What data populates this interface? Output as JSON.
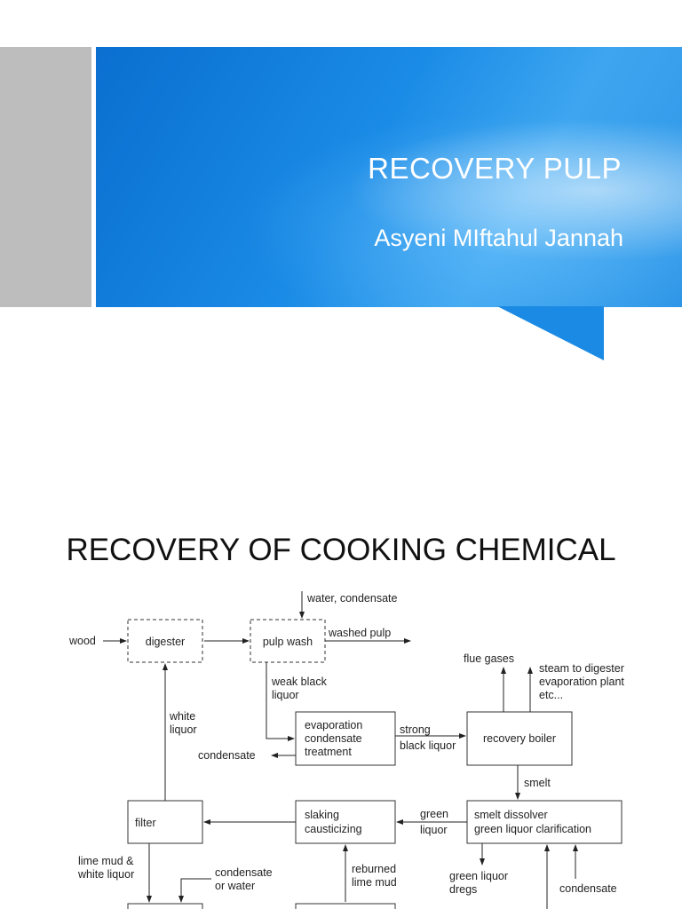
{
  "slide1": {
    "title": "RECOVERY PULP",
    "author": "Asyeni MIftahul Jannah"
  },
  "slide2": {
    "heading": "RECOVERY OF COOKING CHEMICAL"
  },
  "diagram": {
    "nodes": {
      "digester": "digester",
      "pulp_wash": "pulp wash",
      "evaporation": [
        "evaporation",
        "condensate",
        "treatment"
      ],
      "recovery_boiler": "recovery boiler",
      "filter": "filter",
      "slaking": [
        "slaking",
        "causticizing"
      ],
      "smelt_dissolver": [
        "smelt dissolver",
        "green liquor clarification"
      ]
    },
    "labels": {
      "wood": "wood",
      "water_condensate": "water, condensate",
      "washed_pulp": "washed pulp",
      "weak_black_liquor": [
        "weak black",
        "liquor"
      ],
      "white_liquor": [
        "white",
        "liquor"
      ],
      "strong_black_liquor": [
        "strong",
        "black liquor"
      ],
      "condensate_out": "condensate",
      "flue_gases": "flue gases",
      "steam_to_digester": [
        "steam to digester",
        "evaporation plant",
        "etc..."
      ],
      "smelt": "smelt",
      "green_liquor": [
        "green",
        "liquor"
      ],
      "lime_mud_white_liquor": [
        "lime mud &",
        "white liquor"
      ],
      "condensate_or_water": [
        "condensate",
        "or water"
      ],
      "reburned_lime_mud": [
        "reburned",
        "lime mud"
      ],
      "green_liquor_dregs": [
        "green liquor",
        "dregs"
      ],
      "condensate_in": "condensate"
    }
  }
}
